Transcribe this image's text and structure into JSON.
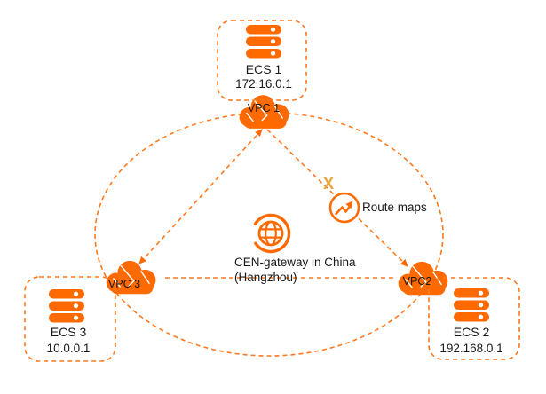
{
  "colors": {
    "brand_orange": "#FF6A00",
    "dash_orange": "#FF7A1E",
    "warning_amber": "#ECA33D",
    "label_black": "#1a1a1a"
  },
  "diagram": {
    "ecs1": {
      "name": "ECS 1",
      "ip": "172.16.0.1"
    },
    "ecs2": {
      "name": "ECS 2",
      "ip": "192.168.0.1"
    },
    "ecs3": {
      "name": "ECS 3",
      "ip": "10.0.0.1"
    },
    "vpc1": {
      "label": "VPC 1"
    },
    "vpc2": {
      "label": "VPC2"
    },
    "vpc3": {
      "label": "VPC 3"
    },
    "cen": {
      "line1": "CEN-gateway in China",
      "line2": "(Hangzhou)"
    },
    "route_maps": {
      "label": "Route maps",
      "blocked_mark": "X"
    }
  }
}
